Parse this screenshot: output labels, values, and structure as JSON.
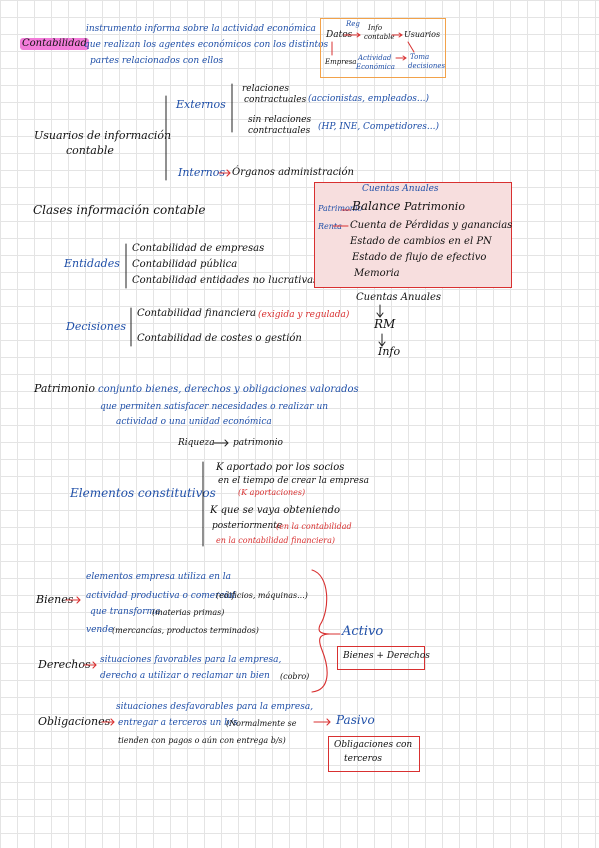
{
  "contabilidad": {
    "label": "Contabilidad",
    "def1": "instrumento informa sobre la actividad económica",
    "def2": "que realizan los agentes económicos con los distintos",
    "def3": "partes relacionados con ellos"
  },
  "diagram": {
    "datos": "Datos",
    "reg": "Reg",
    "info": "Info",
    "contable": "contable",
    "usuarios": "Usuarios",
    "empresa": "Empresa",
    "actividad": "Actividad",
    "economica": "Económica",
    "toma": "Toma",
    "decisiones": "decisiones"
  },
  "usuarios": {
    "label1": "Usuarios de información",
    "label2": "contable",
    "externos": "Externos",
    "con_rel1": "relaciones",
    "con_rel2": "contractuales",
    "con_rel_note": "(accionistas, empleados...)",
    "sin_rel1": "sin relaciones",
    "sin_rel2": "contractuales",
    "sin_rel_note": "(HP, INE, Competidores...)",
    "internos": "Internos",
    "organos": "Órganos administración"
  },
  "clases": {
    "title": "Clases información contable",
    "entidades": "Entidades",
    "ent_items": [
      "Contabilidad de empresas",
      "Contabilidad pública",
      "Contabilidad entidades no lucrativas"
    ],
    "decisiones": "Decisiones",
    "dec_item1": "Contabilidad financiera",
    "dec_item1_note": "(exigida y regulada)",
    "dec_item2": "Contabilidad de costes o gestión"
  },
  "cuentas": {
    "title": "Cuentas Anuales",
    "patrimonio_tag": "Patrimonio",
    "balance": "Balance",
    "patrimonio": "Patrimonio",
    "renta_tag": "Renta",
    "pyg": "Cuenta de Pérdidas y ganancias",
    "ecpn": "Estado de cambios en el PN",
    "efe": "Estado de flujo de efectivo",
    "memoria": "Memoria",
    "flow1": "Cuentas Anuales",
    "flow2": "RM",
    "flow3": "Info"
  },
  "patrimonio": {
    "term": "Patrimonio",
    "def1": "conjunto bienes, derechos y obligaciones valorados",
    "def2": "que permiten satisfacer necesidades o realizar un",
    "def3": "actividad o una unidad económica",
    "riqueza": "Riqueza",
    "riqueza_result": "patrimonio",
    "elementos": "Elementos constitutivos",
    "el1a": "K aportado por los socios",
    "el1b": "en el tiempo de crear la empresa",
    "el1c": "(K aportaciones)",
    "el2a": "K que se vaya obteniendo",
    "el3a": "posteriormente",
    "el3b": "(en la contabilidad",
    "el3c": "en la contabilidad financiera)"
  },
  "activos": {
    "bienes": "Bienes",
    "bienes1": "elementos empresa utiliza en la",
    "bienes2": "actividad productiva o comercial",
    "bienes2_note": "(edificios, máquinas...)",
    "bienes3": "que transforma",
    "bienes3_note": "(materias primas)",
    "bienes4": "vende",
    "bienes4_note": "(mercancías, productos terminados)",
    "derechos": "Derechos",
    "der1": "situaciones favorables para la empresa,",
    "der2": "derecho a utilizar o reclamar un bien",
    "der2_note": "(cobro)",
    "activo_label": "Activo",
    "activo_box": "Bienes + Derechos"
  },
  "pasivo": {
    "obligaciones": "Obligaciones",
    "ob1": "situaciones desfavorables para la empresa,",
    "ob2": "entregar a terceros un b/s",
    "ob2_note": "(Normalmente se",
    "ob3": "tienden con pagos o aún con entrega b/s)",
    "pasivo_label": "Pasivo",
    "pasivo_box1": "Obligaciones con",
    "pasivo_box2": "terceros"
  },
  "colors": {
    "blue": "#1f4fa8",
    "red": "#d83030",
    "black": "#111111",
    "pink": "#f27bd9",
    "orange": "#f2a24a",
    "grid": "#e4e4e4"
  }
}
